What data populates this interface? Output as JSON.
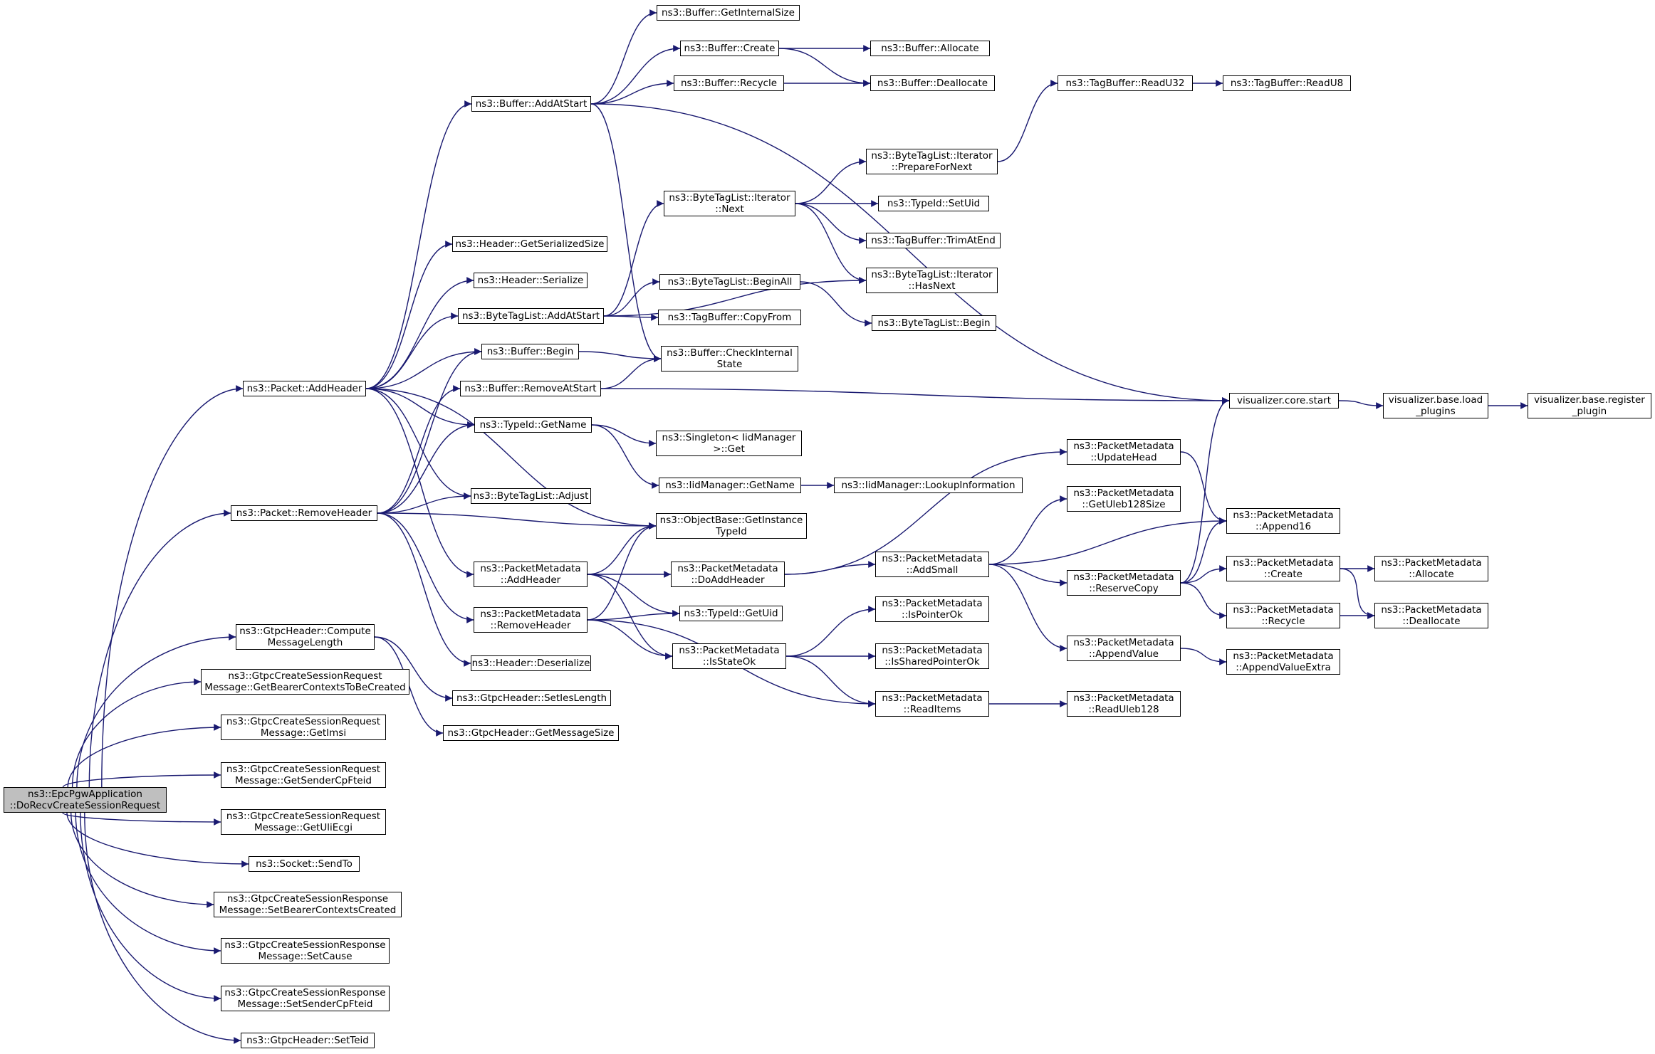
{
  "diagram": {
    "edge_color": "#191970",
    "root_fill": "#bfbfbf",
    "nodes": [
      {
        "id": "root",
        "lines": [
          "ns3::EpcPgwApplication",
          "::DoRecvCreateSessionRequest"
        ],
        "root": true
      },
      {
        "id": "pkt_addheader",
        "lines": [
          "ns3::Packet::AddHeader"
        ]
      },
      {
        "id": "pkt_removeheader",
        "lines": [
          "ns3::Packet::RemoveHeader"
        ]
      },
      {
        "id": "gtpc_compute",
        "lines": [
          "ns3::GtpcHeader::Compute",
          "MessageLength"
        ]
      },
      {
        "id": "csr_bearer",
        "lines": [
          "ns3::GtpcCreateSessionRequest",
          "Message::GetBearerContextsToBeCreated"
        ]
      },
      {
        "id": "csr_imsi",
        "lines": [
          "ns3::GtpcCreateSessionRequest",
          "Message::GetImsi"
        ]
      },
      {
        "id": "csr_sender",
        "lines": [
          "ns3::GtpcCreateSessionRequest",
          "Message::GetSenderCpFteid"
        ]
      },
      {
        "id": "csr_uli",
        "lines": [
          "ns3::GtpcCreateSessionRequest",
          "Message::GetUliEcgi"
        ]
      },
      {
        "id": "socket_sendto",
        "lines": [
          "ns3::Socket::SendTo"
        ]
      },
      {
        "id": "resp_bearer",
        "lines": [
          "ns3::GtpcCreateSessionResponse",
          "Message::SetBearerContextsCreated"
        ]
      },
      {
        "id": "resp_cause",
        "lines": [
          "ns3::GtpcCreateSessionResponse",
          "Message::SetCause"
        ]
      },
      {
        "id": "resp_sender",
        "lines": [
          "ns3::GtpcCreateSessionResponse",
          "Message::SetSenderCpFteid"
        ]
      },
      {
        "id": "gtpc_setteid",
        "lines": [
          "ns3::GtpcHeader::SetTeid"
        ]
      },
      {
        "id": "buf_addatstart",
        "lines": [
          "ns3::Buffer::AddAtStart"
        ]
      },
      {
        "id": "hdr_getsize",
        "lines": [
          "ns3::Header::GetSerializedSize"
        ]
      },
      {
        "id": "hdr_serialize",
        "lines": [
          "ns3::Header::Serialize"
        ]
      },
      {
        "id": "btl_addatstart",
        "lines": [
          "ns3::ByteTagList::AddAtStart"
        ]
      },
      {
        "id": "buf_begin",
        "lines": [
          "ns3::Buffer::Begin"
        ]
      },
      {
        "id": "buf_removeatstart",
        "lines": [
          "ns3::Buffer::RemoveAtStart"
        ]
      },
      {
        "id": "typeid_getname",
        "lines": [
          "ns3::TypeId::GetName"
        ]
      },
      {
        "id": "btl_adjust",
        "lines": [
          "ns3::ByteTagList::Adjust"
        ]
      },
      {
        "id": "pm_addheader",
        "lines": [
          "ns3::PacketMetadata",
          "::AddHeader"
        ]
      },
      {
        "id": "pm_removeheader",
        "lines": [
          "ns3::PacketMetadata",
          "::RemoveHeader"
        ]
      },
      {
        "id": "hdr_deserialize",
        "lines": [
          "ns3::Header::Deserialize"
        ]
      },
      {
        "id": "gtpc_setieslength",
        "lines": [
          "ns3::GtpcHeader::SetIesLength"
        ]
      },
      {
        "id": "gtpc_getmsgsize",
        "lines": [
          "ns3::GtpcHeader::GetMessageSize"
        ]
      },
      {
        "id": "buf_getinternalsize",
        "lines": [
          "ns3::Buffer::GetInternalSize"
        ]
      },
      {
        "id": "buf_create",
        "lines": [
          "ns3::Buffer::Create"
        ]
      },
      {
        "id": "buf_recycle",
        "lines": [
          "ns3::Buffer::Recycle"
        ]
      },
      {
        "id": "btl_it_next",
        "lines": [
          "ns3::ByteTagList::Iterator",
          "::Next"
        ]
      },
      {
        "id": "btl_beginall",
        "lines": [
          "ns3::ByteTagList::BeginAll"
        ]
      },
      {
        "id": "tb_copyfrom",
        "lines": [
          "ns3::TagBuffer::CopyFrom"
        ]
      },
      {
        "id": "buf_checkinternal",
        "lines": [
          "ns3::Buffer::CheckInternal",
          "State"
        ]
      },
      {
        "id": "singleton_get",
        "lines": [
          "ns3::Singleton< IidManager",
          ">::Get"
        ]
      },
      {
        "id": "iid_getname",
        "lines": [
          "ns3::IidManager::GetName"
        ]
      },
      {
        "id": "ob_getinstancetypeid",
        "lines": [
          "ns3::ObjectBase::GetInstance",
          "TypeId"
        ]
      },
      {
        "id": "pm_doaddheader",
        "lines": [
          "ns3::PacketMetadata",
          "::DoAddHeader"
        ]
      },
      {
        "id": "typeid_getuid",
        "lines": [
          "ns3::TypeId::GetUid"
        ]
      },
      {
        "id": "pm_isstateok",
        "lines": [
          "ns3::PacketMetadata",
          "::IsStateOk"
        ]
      },
      {
        "id": "buf_allocate",
        "lines": [
          "ns3::Buffer::Allocate"
        ]
      },
      {
        "id": "buf_deallocate",
        "lines": [
          "ns3::Buffer::Deallocate"
        ]
      },
      {
        "id": "btl_it_preparefornext",
        "lines": [
          "ns3::ByteTagList::Iterator",
          "::PrepareForNext"
        ]
      },
      {
        "id": "typeid_setuid",
        "lines": [
          "ns3::TypeId::SetUid"
        ]
      },
      {
        "id": "tb_trimatend",
        "lines": [
          "ns3::TagBuffer::TrimAtEnd"
        ]
      },
      {
        "id": "btl_it_hasnext",
        "lines": [
          "ns3::ByteTagList::Iterator",
          "::HasNext"
        ]
      },
      {
        "id": "btl_begin",
        "lines": [
          "ns3::ByteTagList::Begin"
        ]
      },
      {
        "id": "iid_lookupinfo",
        "lines": [
          "ns3::IidManager::LookupInformation"
        ]
      },
      {
        "id": "pm_addsmall",
        "lines": [
          "ns3::PacketMetadata",
          "::AddSmall"
        ]
      },
      {
        "id": "pm_ispointerok",
        "lines": [
          "ns3::PacketMetadata",
          "::IsPointerOk"
        ]
      },
      {
        "id": "pm_issharedpointerok",
        "lines": [
          "ns3::PacketMetadata",
          "::IsSharedPointerOk"
        ]
      },
      {
        "id": "pm_readitems",
        "lines": [
          "ns3::PacketMetadata",
          "::ReadItems"
        ]
      },
      {
        "id": "tb_readu32",
        "lines": [
          "ns3::TagBuffer::ReadU32"
        ]
      },
      {
        "id": "tb_readu8",
        "lines": [
          "ns3::TagBuffer::ReadU8"
        ]
      },
      {
        "id": "pm_updatehead",
        "lines": [
          "ns3::PacketMetadata",
          "::UpdateHead"
        ]
      },
      {
        "id": "pm_getuleb128size",
        "lines": [
          "ns3::PacketMetadata",
          "::GetUleb128Size"
        ]
      },
      {
        "id": "pm_reservecopy",
        "lines": [
          "ns3::PacketMetadata",
          "::ReserveCopy"
        ]
      },
      {
        "id": "pm_appendvalue",
        "lines": [
          "ns3::PacketMetadata",
          "::AppendValue"
        ]
      },
      {
        "id": "pm_readuleb128",
        "lines": [
          "ns3::PacketMetadata",
          "::ReadUleb128"
        ]
      },
      {
        "id": "viz_core_start",
        "lines": [
          "visualizer.core.start"
        ]
      },
      {
        "id": "viz_load_plugins",
        "lines": [
          "visualizer.base.load",
          "_plugins"
        ]
      },
      {
        "id": "viz_register_plugin",
        "lines": [
          "visualizer.base.register",
          "_plugin"
        ]
      },
      {
        "id": "pm_append16",
        "lines": [
          "ns3::PacketMetadata",
          "::Append16"
        ]
      },
      {
        "id": "pm_create",
        "lines": [
          "ns3::PacketMetadata",
          "::Create"
        ]
      },
      {
        "id": "pm_recycle",
        "lines": [
          "ns3::PacketMetadata",
          "::Recycle"
        ]
      },
      {
        "id": "pm_appendvalueextra",
        "lines": [
          "ns3::PacketMetadata",
          "::AppendValueExtra"
        ]
      },
      {
        "id": "pm_allocate",
        "lines": [
          "ns3::PacketMetadata",
          "::Allocate"
        ]
      },
      {
        "id": "pm_deallocate",
        "lines": [
          "ns3::PacketMetadata",
          "::Deallocate"
        ]
      }
    ],
    "edges": [
      [
        "root",
        "pkt_addheader"
      ],
      [
        "root",
        "pkt_removeheader"
      ],
      [
        "root",
        "gtpc_compute"
      ],
      [
        "root",
        "csr_bearer"
      ],
      [
        "root",
        "csr_imsi"
      ],
      [
        "root",
        "csr_sender"
      ],
      [
        "root",
        "csr_uli"
      ],
      [
        "root",
        "socket_sendto"
      ],
      [
        "root",
        "resp_bearer"
      ],
      [
        "root",
        "resp_cause"
      ],
      [
        "root",
        "resp_sender"
      ],
      [
        "root",
        "gtpc_setteid"
      ],
      [
        "pkt_addheader",
        "buf_addatstart"
      ],
      [
        "pkt_addheader",
        "hdr_getsize"
      ],
      [
        "pkt_addheader",
        "hdr_serialize"
      ],
      [
        "pkt_addheader",
        "btl_addatstart"
      ],
      [
        "pkt_addheader",
        "buf_begin"
      ],
      [
        "pkt_addheader",
        "typeid_getname"
      ],
      [
        "pkt_addheader",
        "btl_adjust"
      ],
      [
        "pkt_addheader",
        "pm_addheader"
      ],
      [
        "pkt_addheader",
        "ob_getinstancetypeid"
      ],
      [
        "pkt_removeheader",
        "buf_begin"
      ],
      [
        "pkt_removeheader",
        "buf_removeatstart"
      ],
      [
        "pkt_removeheader",
        "typeid_getname"
      ],
      [
        "pkt_removeheader",
        "btl_adjust"
      ],
      [
        "pkt_removeheader",
        "ob_getinstancetypeid"
      ],
      [
        "pkt_removeheader",
        "pm_removeheader"
      ],
      [
        "pkt_removeheader",
        "hdr_deserialize"
      ],
      [
        "gtpc_compute",
        "gtpc_setieslength"
      ],
      [
        "gtpc_compute",
        "gtpc_getmsgsize"
      ],
      [
        "buf_addatstart",
        "buf_getinternalsize"
      ],
      [
        "buf_addatstart",
        "buf_create"
      ],
      [
        "buf_addatstart",
        "buf_recycle"
      ],
      [
        "buf_addatstart",
        "buf_checkinternal"
      ],
      [
        "buf_addatstart",
        "viz_core_start"
      ],
      [
        "btl_addatstart",
        "btl_it_next"
      ],
      [
        "btl_addatstart",
        "btl_it_hasnext"
      ],
      [
        "btl_addatstart",
        "btl_beginall"
      ],
      [
        "btl_addatstart",
        "tb_copyfrom"
      ],
      [
        "buf_begin",
        "buf_checkinternal"
      ],
      [
        "buf_removeatstart",
        "buf_checkinternal"
      ],
      [
        "buf_removeatstart",
        "viz_core_start"
      ],
      [
        "typeid_getname",
        "singleton_get"
      ],
      [
        "typeid_getname",
        "iid_getname"
      ],
      [
        "iid_getname",
        "iid_lookupinfo"
      ],
      [
        "pm_addheader",
        "ob_getinstancetypeid"
      ],
      [
        "pm_addheader",
        "pm_doaddheader"
      ],
      [
        "pm_addheader",
        "typeid_getuid"
      ],
      [
        "pm_addheader",
        "pm_isstateok"
      ],
      [
        "pm_removeheader",
        "ob_getinstancetypeid"
      ],
      [
        "pm_removeheader",
        "typeid_getuid"
      ],
      [
        "pm_removeheader",
        "pm_isstateok"
      ],
      [
        "pm_removeheader",
        "pm_readitems"
      ],
      [
        "buf_create",
        "buf_allocate"
      ],
      [
        "buf_create",
        "buf_deallocate"
      ],
      [
        "buf_recycle",
        "buf_deallocate"
      ],
      [
        "btl_it_next",
        "btl_it_preparefornext"
      ],
      [
        "btl_it_next",
        "typeid_setuid"
      ],
      [
        "btl_it_next",
        "tb_trimatend"
      ],
      [
        "btl_it_next",
        "btl_it_hasnext"
      ],
      [
        "btl_it_preparefornext",
        "tb_readu32"
      ],
      [
        "tb_readu32",
        "tb_readu8"
      ],
      [
        "btl_beginall",
        "btl_begin"
      ],
      [
        "pm_doaddheader",
        "pm_updatehead"
      ],
      [
        "pm_doaddheader",
        "pm_addsmall"
      ],
      [
        "pm_isstateok",
        "pm_ispointerok"
      ],
      [
        "pm_isstateok",
        "pm_issharedpointerok"
      ],
      [
        "pm_isstateok",
        "pm_readitems"
      ],
      [
        "pm_readitems",
        "pm_readuleb128"
      ],
      [
        "pm_addsmall",
        "pm_getuleb128size"
      ],
      [
        "pm_addsmall",
        "pm_append16"
      ],
      [
        "pm_addsmall",
        "pm_reservecopy"
      ],
      [
        "pm_addsmall",
        "pm_appendvalue"
      ],
      [
        "pm_updatehead",
        "pm_append16"
      ],
      [
        "pm_reservecopy",
        "viz_core_start"
      ],
      [
        "pm_reservecopy",
        "pm_append16"
      ],
      [
        "pm_reservecopy",
        "pm_create"
      ],
      [
        "pm_reservecopy",
        "pm_recycle"
      ],
      [
        "pm_appendvalue",
        "pm_appendvalueextra"
      ],
      [
        "pm_create",
        "pm_allocate"
      ],
      [
        "pm_create",
        "pm_deallocate"
      ],
      [
        "pm_recycle",
        "pm_deallocate"
      ],
      [
        "viz_core_start",
        "viz_load_plugins"
      ],
      [
        "viz_load_plugins",
        "viz_register_plugin"
      ]
    ]
  }
}
